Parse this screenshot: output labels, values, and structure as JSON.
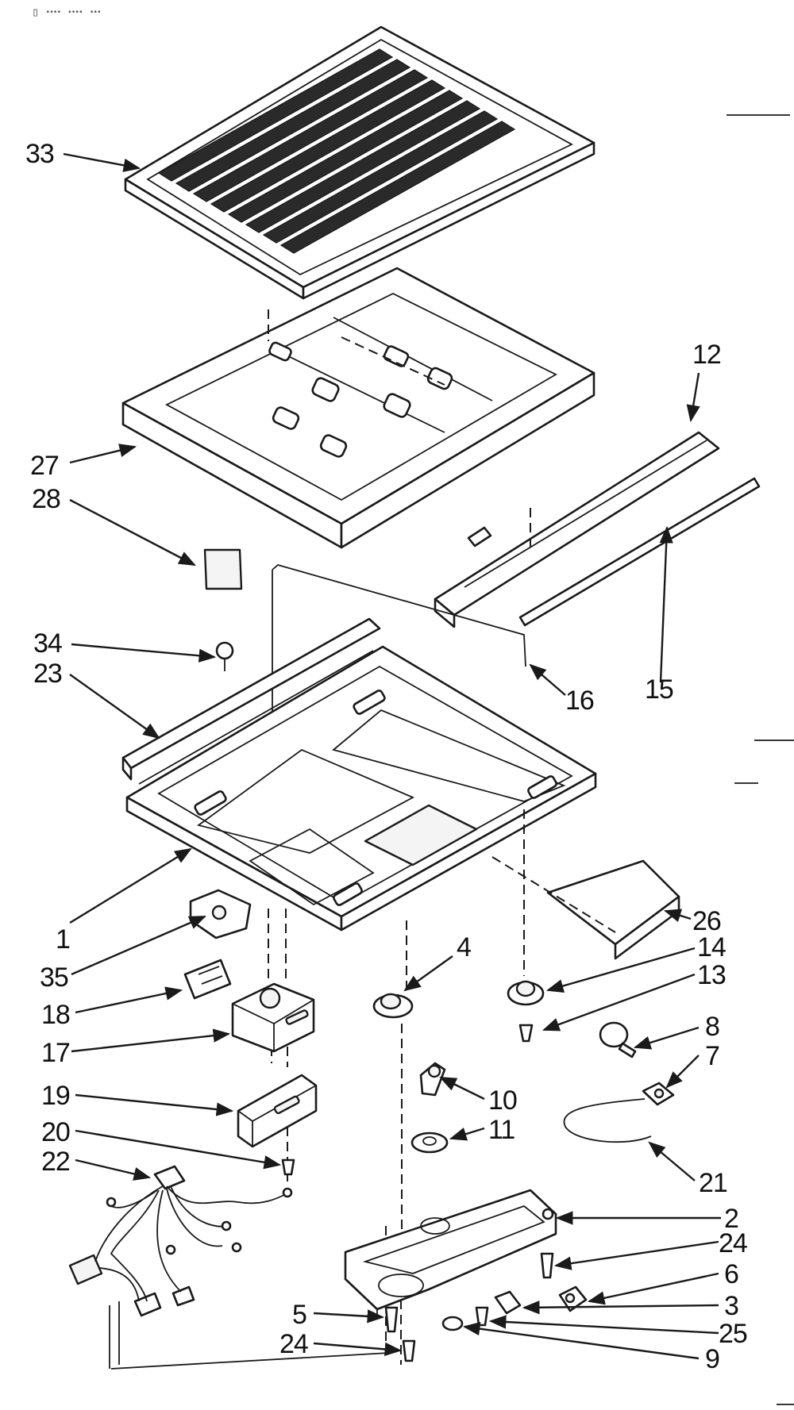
{
  "header": {
    "text": "▯ ꞏꞏꞏꞏ ꞏꞏꞏꞏ ꞏꞏꞏ"
  },
  "callouts": {
    "c33": "33",
    "c12": "12",
    "c27": "27",
    "c28": "28",
    "c15": "15",
    "c34": "34",
    "c23": "23",
    "c16": "16",
    "c1": "1",
    "c26": "26",
    "c4": "4",
    "c14": "14",
    "c35": "35",
    "c13": "13",
    "c18": "18",
    "c17": "17",
    "c8": "8",
    "c7": "7",
    "c19": "19",
    "c10": "10",
    "c11": "11",
    "c20": "20",
    "c22": "22",
    "c21": "21",
    "c2": "2",
    "c24a": "24",
    "c6": "6",
    "c5": "5",
    "c3": "3",
    "c25": "25",
    "c24b": "24",
    "c9": "9"
  }
}
